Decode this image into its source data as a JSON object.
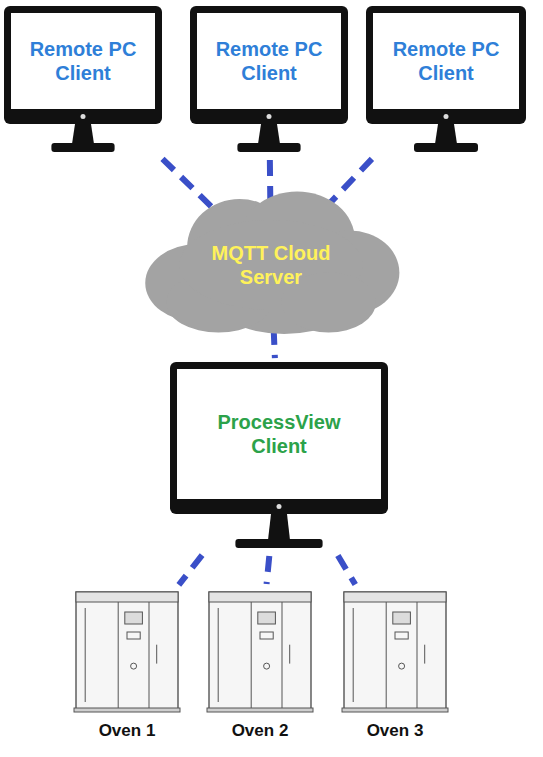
{
  "diagram": {
    "nodes": [
      {
        "text": [
          "Remote PC Client"
        ]
      },
      {
        "text": [
          "Remote PC Client"
        ]
      },
      {
        "text": [
          "Remote PC Client"
        ]
      },
      {
        "text": [
          "MQTT Cloud Server"
        ]
      },
      {
        "text": [
          "ProcessView Client"
        ]
      },
      {
        "text": [
          "Oven 1"
        ]
      },
      {
        "text": [
          "Oven 2"
        ]
      },
      {
        "text": [
          "Oven 3"
        ]
      }
    ],
    "edges": [
      {
        "from": 0,
        "to": 3,
        "arrow": "none"
      },
      {
        "from": 1,
        "to": 3,
        "arrow": "none"
      },
      {
        "from": 2,
        "to": 3,
        "arrow": "none"
      },
      {
        "from": 3,
        "to": 4,
        "arrow": "none"
      },
      {
        "from": 4,
        "to": 5,
        "arrow": "none"
      },
      {
        "from": 4,
        "to": 6,
        "arrow": "none"
      },
      {
        "from": 4,
        "to": 7,
        "arrow": "none"
      }
    ]
  }
}
